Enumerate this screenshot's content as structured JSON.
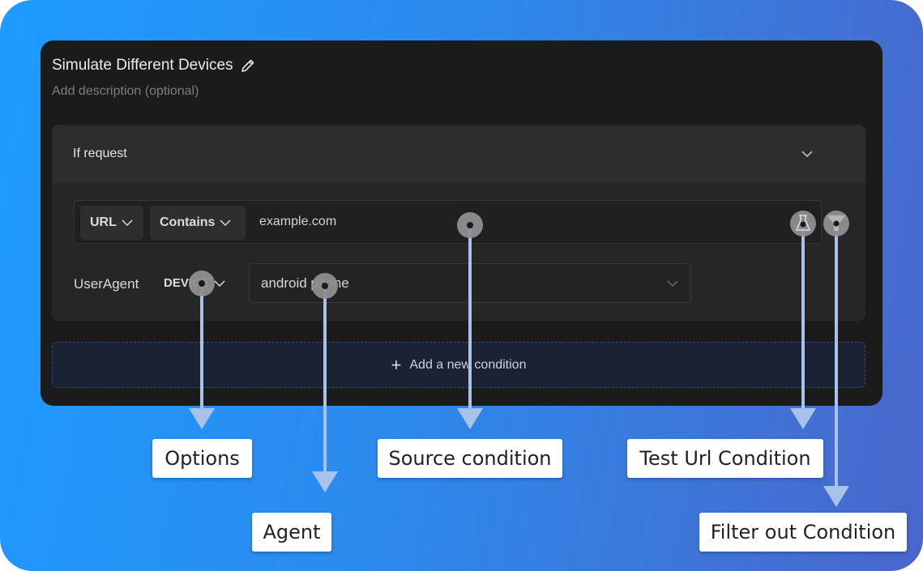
{
  "rule": {
    "title": "Simulate Different Devices",
    "description_placeholder": "Add description (optional)"
  },
  "condition_group": {
    "header_label": "If request",
    "source": {
      "key": "URL",
      "operator": "Contains",
      "value": "example.com"
    },
    "user_agent": {
      "label": "UserAgent",
      "type": "DEVICE",
      "value": "android phone"
    }
  },
  "add_condition_label": "Add a new condition",
  "annotations": {
    "options": "Options",
    "agent": "Agent",
    "source_condition": "Source condition",
    "test_url": "Test Url Condition",
    "filter_out": "Filter out Condition"
  },
  "colors": {
    "gradient_start": "#1e9bff",
    "gradient_end": "#4a66cc",
    "panel": "#1b1b1c",
    "arrow": "#a9c2ea",
    "marker": "#8f8f91"
  },
  "icons": [
    "pencil-icon",
    "chevron-down-icon",
    "beaker-icon",
    "filter-icon",
    "plus-icon"
  ]
}
